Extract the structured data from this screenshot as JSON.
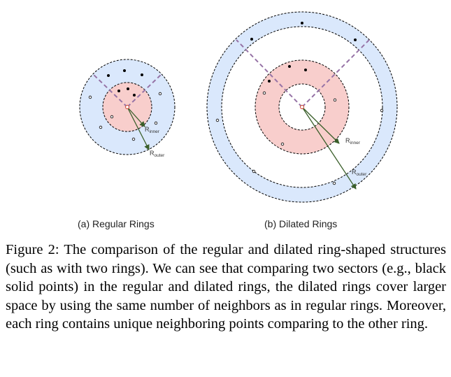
{
  "figure": {
    "panel_a": {
      "caption": "(a) Regular Rings",
      "r_inner_label": "R",
      "r_inner_sub": "inner",
      "r_outer_label": "R",
      "r_outer_sub": "outer"
    },
    "panel_b": {
      "caption": "(b) Dilated Rings",
      "r_inner_label": "R",
      "r_inner_sub": "inner",
      "r_outer_label": "R",
      "r_outer_sub": "outer"
    },
    "colors": {
      "blue_ring": "#dae8fc",
      "red_ring": "#f8cecc",
      "sector_line": "#9673a6",
      "arrow": "#3a5f2a",
      "center_point": "#d25a4a"
    }
  },
  "caption_text": "Figure 2: The comparison of the regular and dilated ring-shaped structures (such as with two rings). We can see that comparing two sectors (e.g., black solid points) in the regular and dilated rings, the dilated rings cover larger space by using the same number of neighbors as in regular rings. Moreover, each ring contains unique neighboring points comparing to the other ring."
}
